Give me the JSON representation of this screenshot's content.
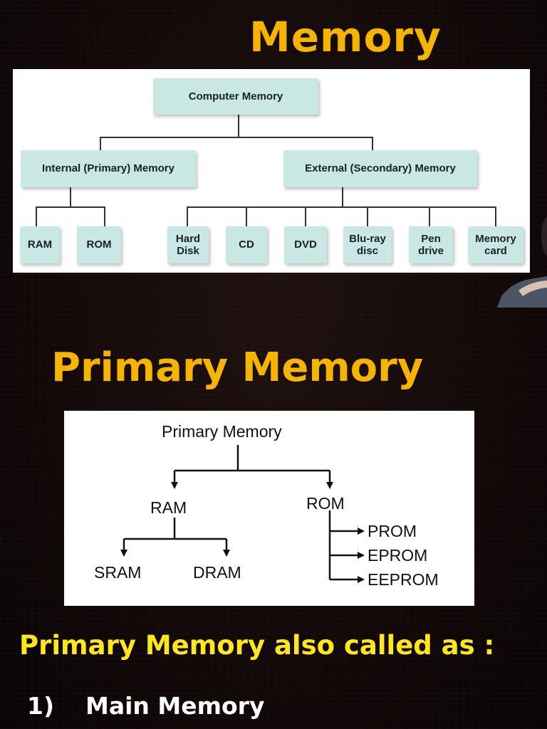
{
  "title": "Memory",
  "computer_memory_diagram": {
    "root": "Computer Memory",
    "internal": {
      "label": "Internal (Primary) Memory",
      "children": [
        "RAM",
        "ROM"
      ]
    },
    "external": {
      "label": "External (Secondary) Memory",
      "children": [
        "Hard\nDisk",
        "CD",
        "DVD",
        "Blu-ray\ndisc",
        "Pen\ndrive",
        "Memory\ncard"
      ]
    }
  },
  "section_title": "Primary Memory",
  "primary_memory_diagram": {
    "root": "Primary Memory",
    "ram": {
      "label": "RAM",
      "children": [
        "SRAM",
        "DRAM"
      ]
    },
    "rom": {
      "label": "ROM",
      "children": [
        "PROM",
        "EPROM",
        "EEPROM"
      ]
    }
  },
  "subtitle": "Primary Memory also called as :",
  "list_items": [
    {
      "number": "1)",
      "text": "Main Memory"
    }
  ],
  "colors": {
    "title": "#f5b400",
    "subtitle": "#ffe81a",
    "box_fill": "#c9e8e4"
  }
}
